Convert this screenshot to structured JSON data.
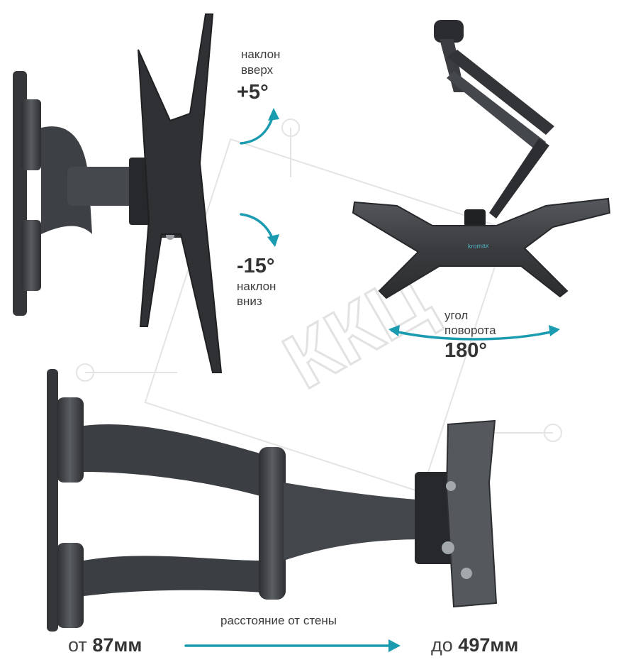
{
  "watermark": {
    "text": "ККЦ"
  },
  "tilt_up": {
    "line1": "наклон",
    "line2": "вверх",
    "value": "+5°"
  },
  "tilt_down": {
    "value": "-15°",
    "line1": "наклон",
    "line2": "вниз"
  },
  "rotation": {
    "line1": "угол",
    "line2": "поворота",
    "value": "180°"
  },
  "distance": {
    "caption": "расстояние от стены",
    "from_prefix": "от",
    "from_value": "87мм",
    "to_prefix": "до",
    "to_value": "497мм"
  },
  "colors": {
    "accent": "#1a9bb0",
    "metal": "#3b3d40",
    "metal_light": "#5a5d61",
    "watermark": "#e8e8e8"
  },
  "icons": [
    "tilt-up-arrow-icon",
    "tilt-down-arrow-icon",
    "rotation-arrow-icon",
    "distance-arrow-icon"
  ]
}
